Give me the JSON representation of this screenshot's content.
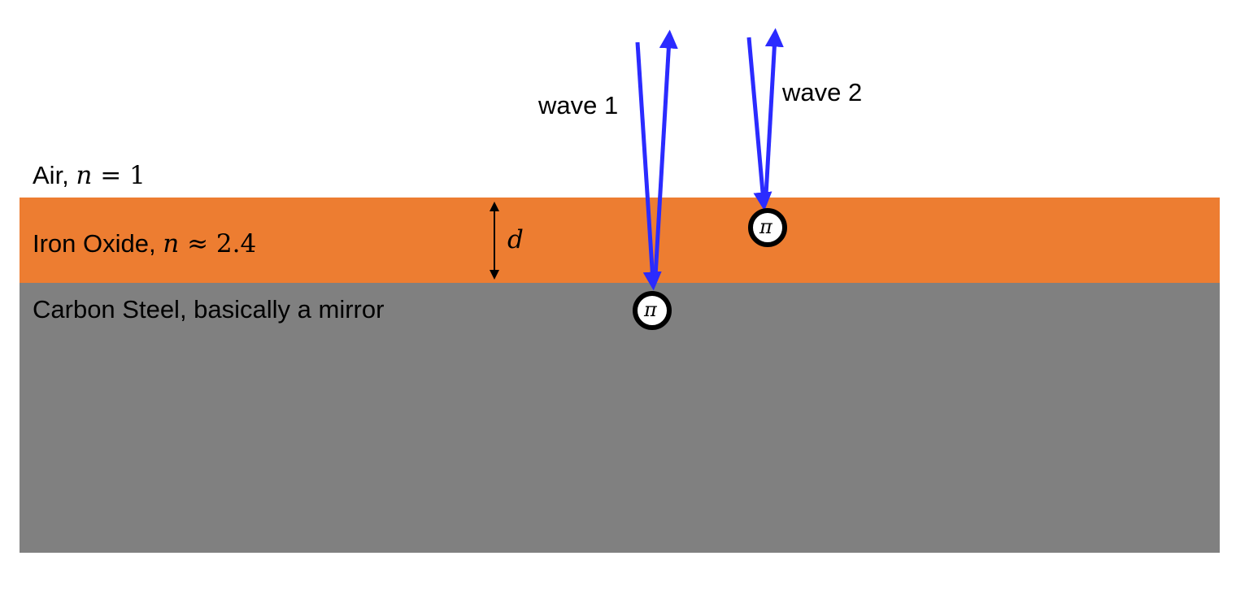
{
  "layers": {
    "air": {
      "name": "Air,",
      "math_var": "n",
      "math_rel": "=",
      "math_val": "1"
    },
    "oxide": {
      "name": "Iron Oxide,",
      "math_var": "n",
      "math_rel": "≈",
      "math_val": "2.4",
      "color": "#ED7D31"
    },
    "steel": {
      "name": "Carbon Steel, basically a mirror",
      "color": "#808080"
    }
  },
  "thickness_label": "d",
  "waves": [
    {
      "label": "wave 1"
    },
    {
      "label": "wave 2"
    }
  ],
  "phase_shift_symbol": "π",
  "arrow_color": "#2B2BFF"
}
